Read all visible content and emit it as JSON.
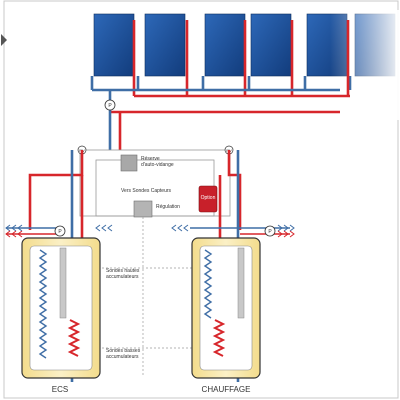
{
  "labels": {
    "reserve": [
      "Réserve",
      "d'auto-vidange"
    ],
    "capteurs": "Vers Sondes Capteurs",
    "regulation": "Régulation",
    "option": "Option",
    "sondes_hautes": [
      "Sondes hautes",
      "accumulateurs"
    ],
    "sondes_basses": [
      "Sondes basses",
      "accumulateurs"
    ],
    "ecs": "ECS",
    "chauffage": "CHAUFFAGE",
    "valve_left": "RV",
    "valve_right": "RV",
    "pump_left": "P",
    "pump_right": "P",
    "pump_top": "P"
  },
  "colors": {
    "hot": "#d7262b",
    "cold": "#3f6ea6",
    "panel": "#1b4e96",
    "tank_fill": "#f6e6a3",
    "tank_border": "#333333"
  },
  "icons": {
    "expand": "arrow-right-icon"
  }
}
